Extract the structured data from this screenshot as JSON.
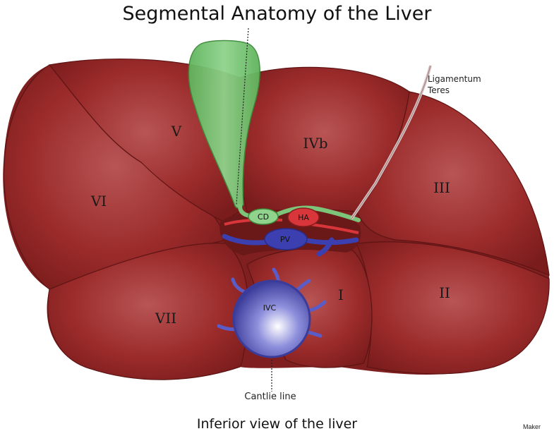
{
  "title": "Segmental Anatomy of the Liver",
  "caption": "Inferior view of the liver",
  "credit": "Maker",
  "segments": {
    "s1": "I",
    "s2": "II",
    "s3": "III",
    "s4b": "IVb",
    "s5": "V",
    "s6": "VI",
    "s7": "VII"
  },
  "structures": {
    "cd": "CD",
    "ha": "HA",
    "pv": "PV",
    "ivc": "IVC"
  },
  "callouts": {
    "ligamentum_line1": "Ligamentum",
    "ligamentum_line2": "Teres",
    "cantlie": "Cantlie line"
  },
  "colors": {
    "liver": "#9b2b2b",
    "liver_dark": "#6e1717",
    "gallbladder": "#7cc47a",
    "hepatic_artery": "#d9363c",
    "portal_vein": "#3b3fb0",
    "ivc": "#5a5cc8"
  }
}
